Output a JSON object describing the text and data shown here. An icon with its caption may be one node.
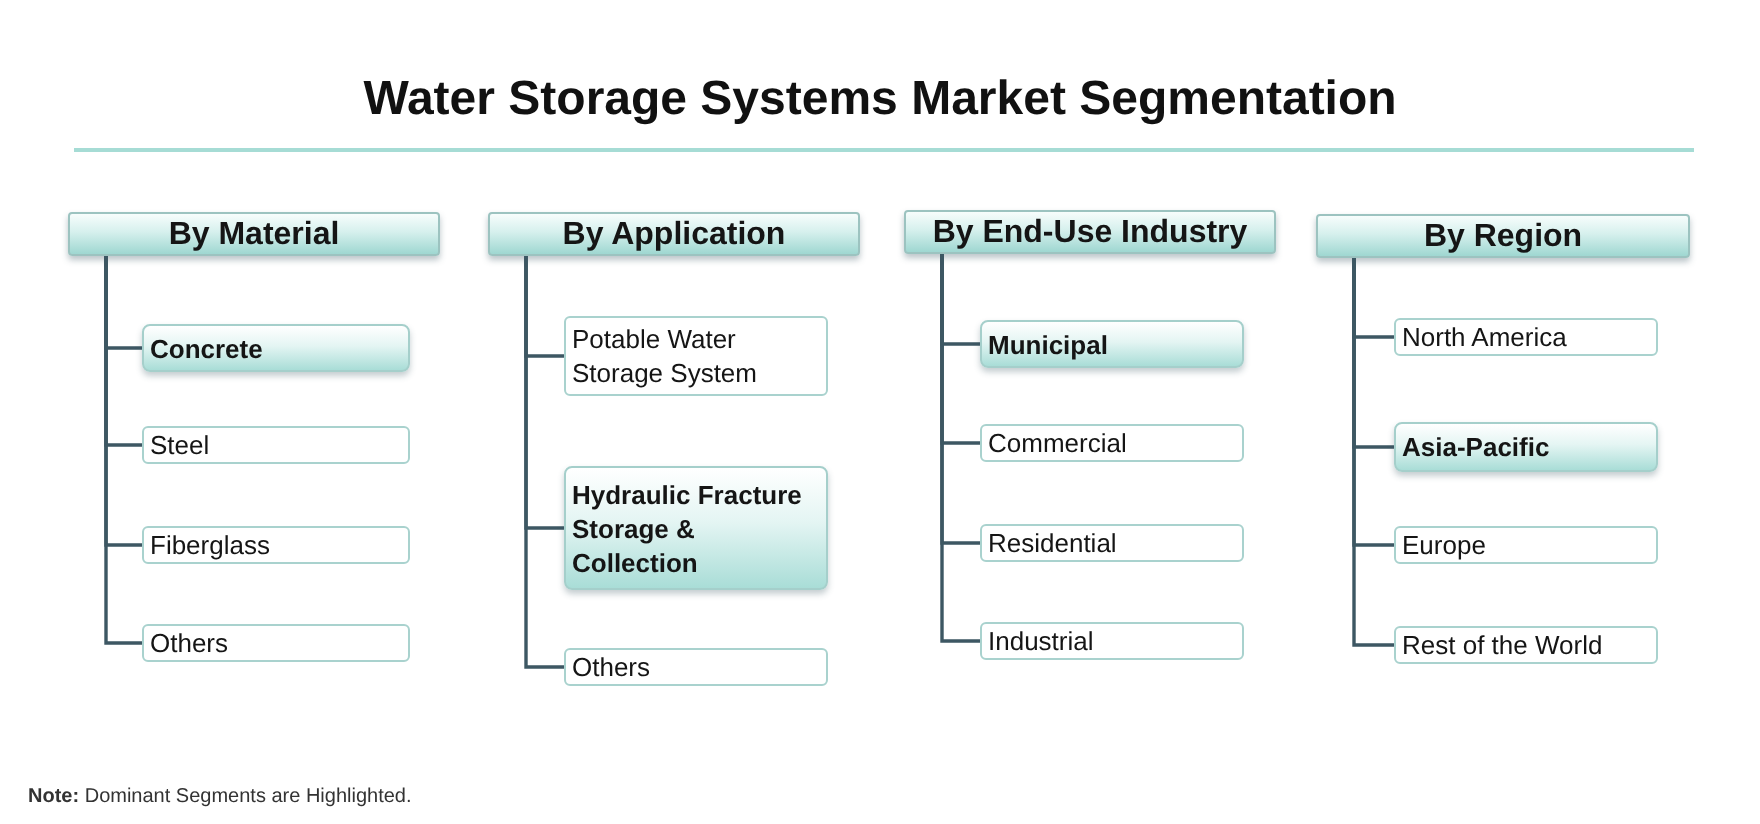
{
  "diagram": {
    "title": "Water Storage Systems Market Segmentation",
    "nodes": [
      {
        "text": [
          "By Material"
        ]
      },
      {
        "text": [
          "Concrete"
        ]
      },
      {
        "text": [
          "Steel"
        ]
      },
      {
        "text": [
          "Fiberglass"
        ]
      },
      {
        "text": [
          "Others"
        ]
      },
      {
        "text": [
          "By Application"
        ]
      },
      {
        "text": [
          "Potable Water Storage System"
        ]
      },
      {
        "text": [
          "Hydraulic Fracture Storage & Collection"
        ]
      },
      {
        "text": [
          "Others"
        ]
      },
      {
        "text": [
          "By End-Use Industry"
        ]
      },
      {
        "text": [
          "Municipal"
        ]
      },
      {
        "text": [
          "Commercial"
        ]
      },
      {
        "text": [
          "Residential"
        ]
      },
      {
        "text": [
          "Industrial"
        ]
      },
      {
        "text": [
          "By Region"
        ]
      },
      {
        "text": [
          "North America"
        ]
      },
      {
        "text": [
          "Asia-Pacific"
        ]
      },
      {
        "text": [
          "Europe"
        ]
      },
      {
        "text": [
          "Rest of the World"
        ]
      }
    ],
    "edges": [
      {
        "from": 0,
        "to": 1,
        "arrow": "none"
      },
      {
        "from": 0,
        "to": 2,
        "arrow": "none"
      },
      {
        "from": 0,
        "to": 3,
        "arrow": "none"
      },
      {
        "from": 0,
        "to": 4,
        "arrow": "none"
      },
      {
        "from": 5,
        "to": 6,
        "arrow": "none"
      },
      {
        "from": 5,
        "to": 7,
        "arrow": "none"
      },
      {
        "from": 5,
        "to": 8,
        "arrow": "none"
      },
      {
        "from": 9,
        "to": 10,
        "arrow": "none"
      },
      {
        "from": 9,
        "to": 11,
        "arrow": "none"
      },
      {
        "from": 9,
        "to": 12,
        "arrow": "none"
      },
      {
        "from": 9,
        "to": 13,
        "arrow": "none"
      },
      {
        "from": 14,
        "to": 15,
        "arrow": "none"
      },
      {
        "from": 14,
        "to": 16,
        "arrow": "none"
      },
      {
        "from": 14,
        "to": 17,
        "arrow": "none"
      },
      {
        "from": 14,
        "to": 18,
        "arrow": "none"
      }
    ],
    "labels": [
      "**Note:** Dominant Segments are Highlighted."
    ]
  }
}
